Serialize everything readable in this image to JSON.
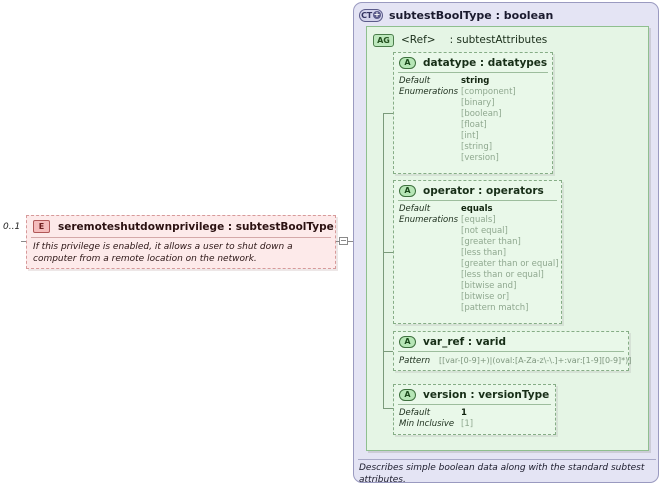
{
  "complex_type": {
    "icon": "complex-type-expand-icon",
    "icon_label": "CT",
    "title": "subtestBoolType : boolean",
    "footer_description": "Describes simple boolean data along with the standard subtest attributes."
  },
  "attribute_group": {
    "icon_label": "AG",
    "ref_label": "<Ref>",
    "ref_separator": ":",
    "ref_target": "subtestAttributes"
  },
  "attributes": [
    {
      "icon_label": "A",
      "name": "datatype : datatypes",
      "facet_labels": [
        "Default",
        "Enumerations"
      ],
      "default_value": "string",
      "enumerations": [
        "[component]",
        "[binary]",
        "[boolean]",
        "[float]",
        "[int]",
        "[string]",
        "[version]"
      ]
    },
    {
      "icon_label": "A",
      "name": "operator : operators",
      "facet_labels": [
        "Default",
        "Enumerations"
      ],
      "default_value": "equals",
      "enumerations": [
        "[equals]",
        "[not equal]",
        "[greater than]",
        "[less than]",
        "[greater than or equal]",
        "[less than or equal]",
        "[bitwise and]",
        "[bitwise or]",
        "[pattern match]"
      ]
    },
    {
      "icon_label": "A",
      "name": "var_ref  : varid",
      "facet_label": "Pattern",
      "pattern_value": "[[var-[0-9]+)|(oval:[A-Za-z\\-\\.]+:var:[1-9][0-9]*)]"
    },
    {
      "icon_label": "A",
      "name": "version  : versionType",
      "facet_labels": [
        "Default",
        "Min Inclusive"
      ],
      "default_value": "1",
      "min_inclusive": "[1]"
    }
  ],
  "element": {
    "cardinality": "0..1",
    "icon_label": "E",
    "name": "seremoteshutdownprivilege : subtestBoolType",
    "annotation": "If this privilege is enabled, it allows a user to shut down a computer from a remote location on the network."
  }
}
